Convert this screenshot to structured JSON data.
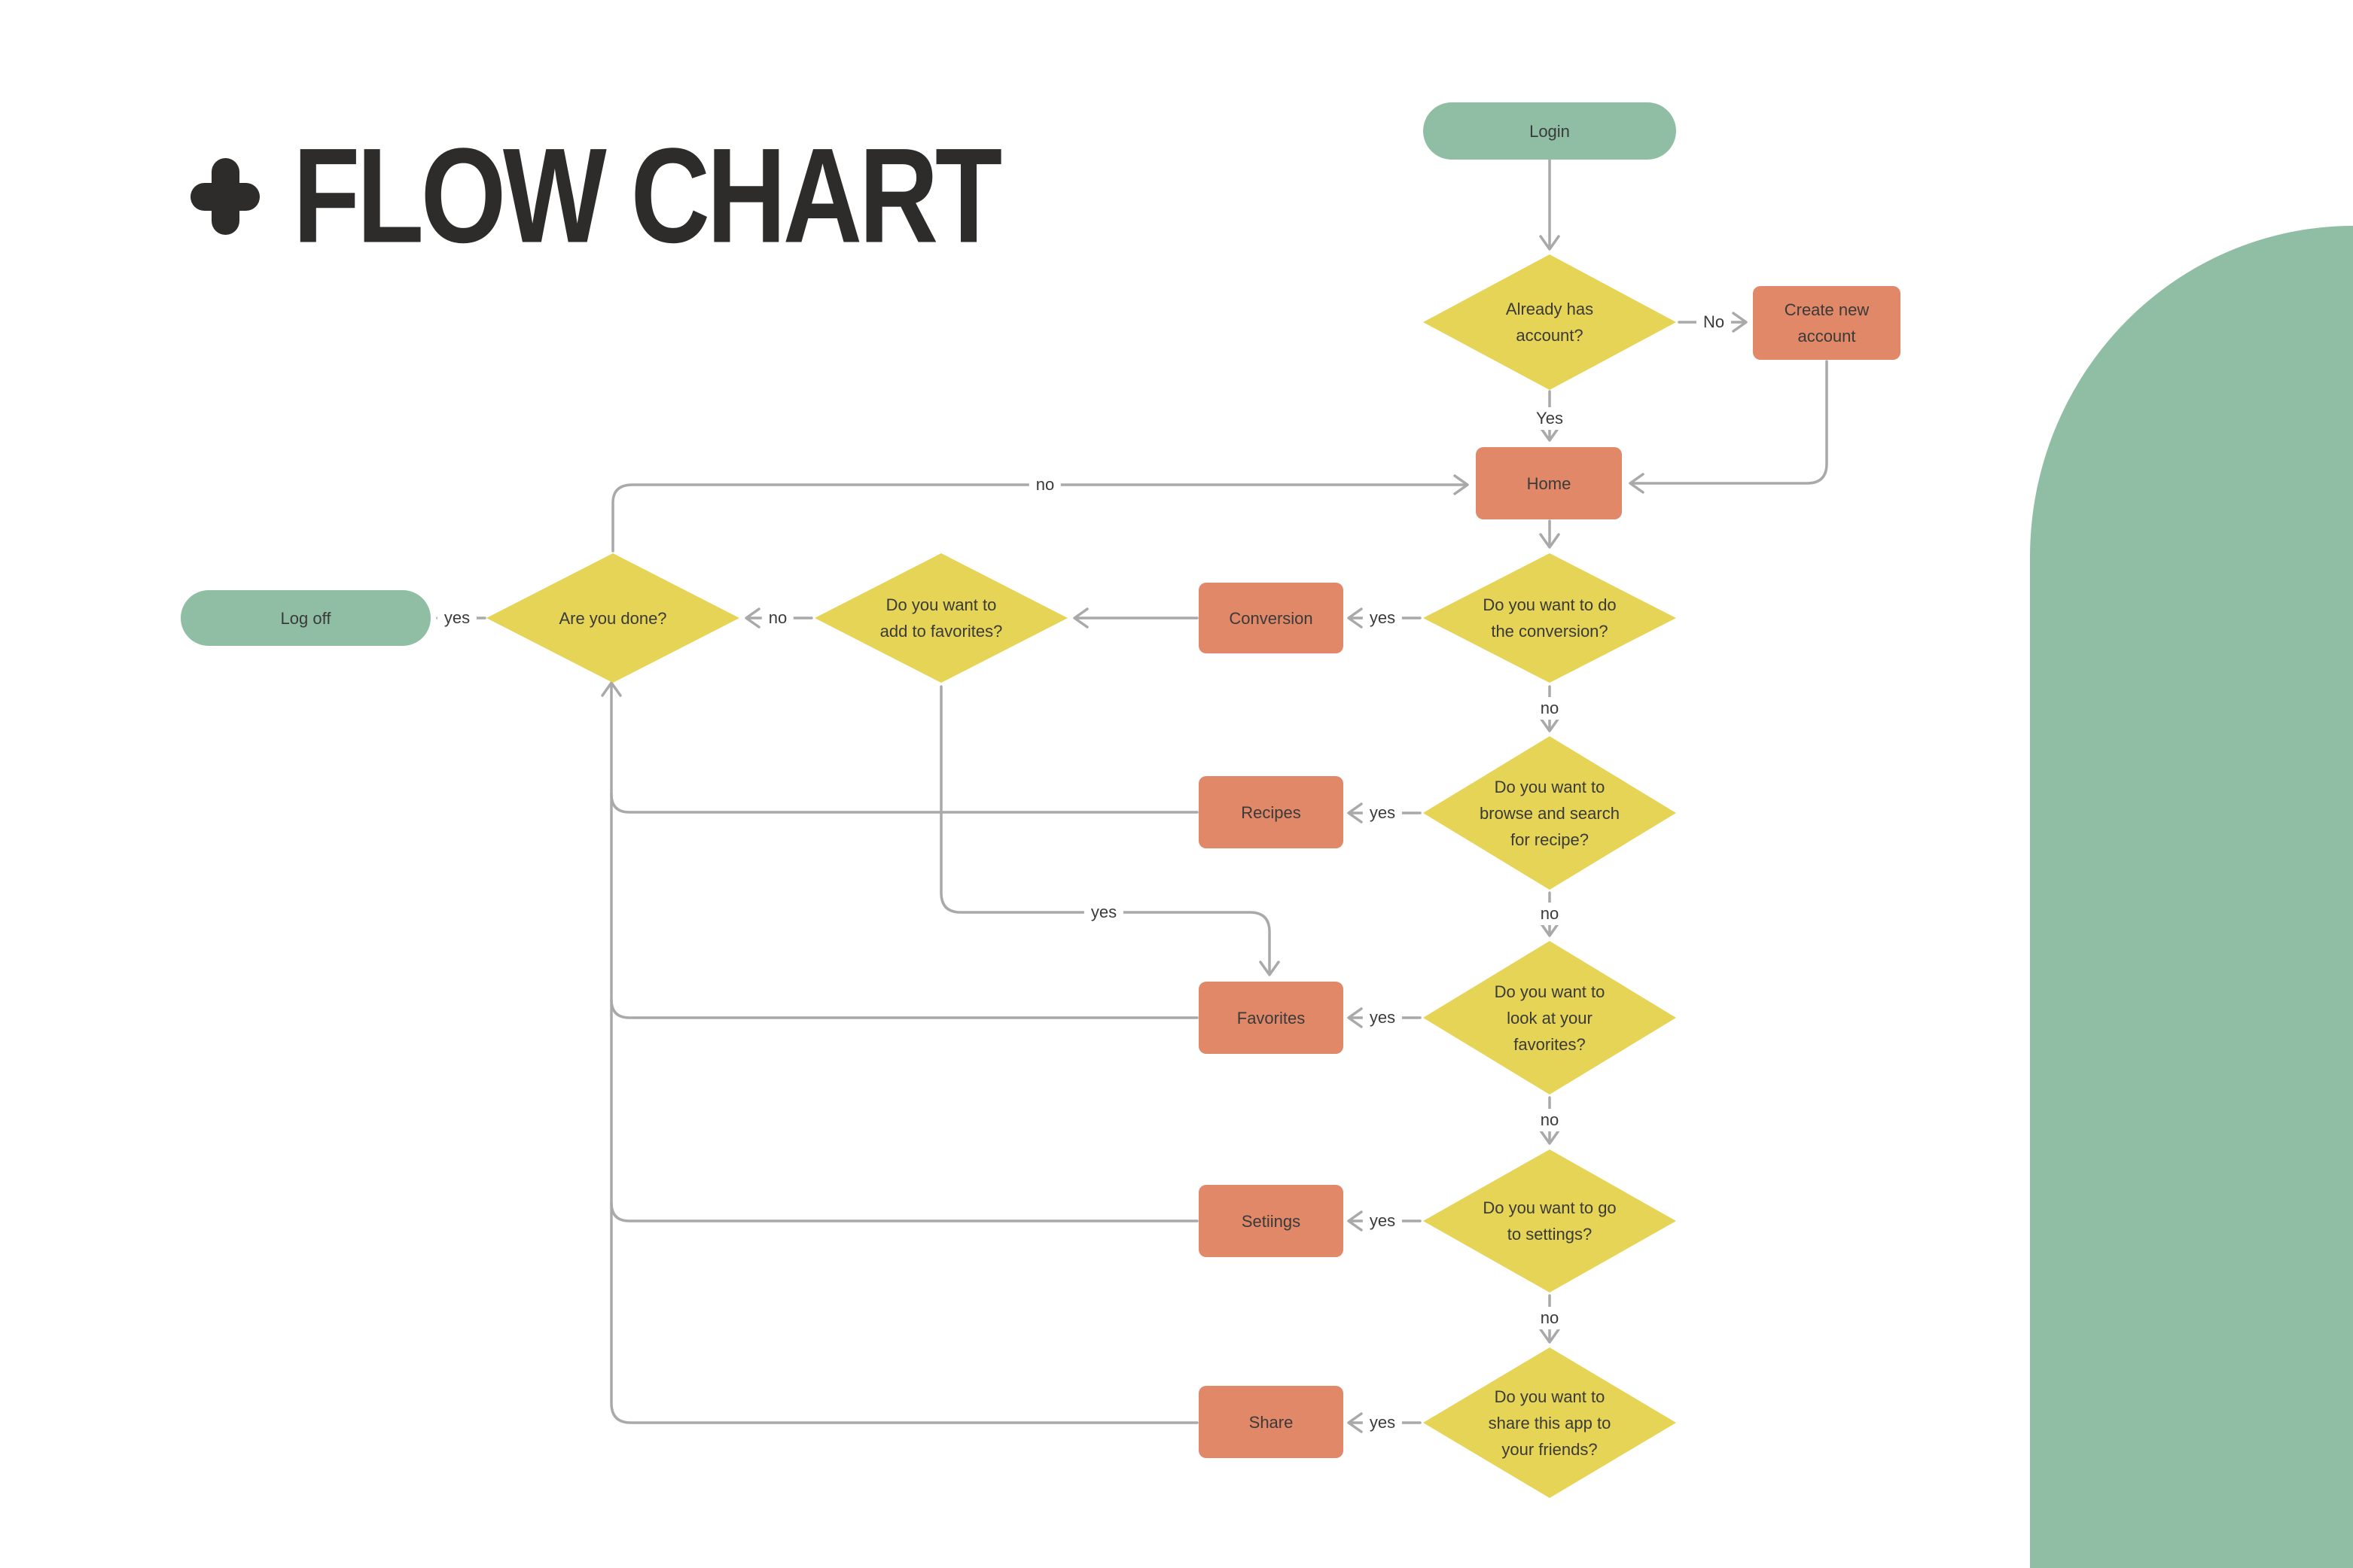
{
  "title": {
    "plus_icon": "+",
    "text": "FLOW CHART"
  },
  "colors": {
    "background": "#FFFFFF",
    "title": "#2D2C2B",
    "decision_yellow": "#E5D455",
    "process_orange": "#E08868",
    "terminator_green": "#8FBEA5",
    "corner_shape_green": "#8FBEA5",
    "connector_gray": "#A9A9A9"
  },
  "nodes": {
    "login": {
      "type": "terminator",
      "lines": [
        "Login"
      ]
    },
    "already_has_account": {
      "type": "decision",
      "lines": [
        "Already has",
        "account?"
      ]
    },
    "create_new_account": {
      "type": "process",
      "lines": [
        "Create new",
        "account"
      ]
    },
    "home": {
      "type": "process",
      "lines": [
        "Home"
      ]
    },
    "do_conversion": {
      "type": "decision",
      "lines": [
        "Do you want to do",
        "the conversion?"
      ]
    },
    "conversion": {
      "type": "process",
      "lines": [
        "Conversion"
      ]
    },
    "add_to_favorites": {
      "type": "decision",
      "lines": [
        "Do you want to",
        "add to favorites?"
      ]
    },
    "are_you_done": {
      "type": "decision",
      "lines": [
        "Are you done?"
      ]
    },
    "log_off": {
      "type": "terminator",
      "lines": [
        "Log off"
      ]
    },
    "browse_recipes": {
      "type": "decision",
      "lines": [
        "Do you want to",
        "browse and search",
        "for recipe?"
      ]
    },
    "recipes": {
      "type": "process",
      "lines": [
        "Recipes"
      ]
    },
    "look_favorites": {
      "type": "decision",
      "lines": [
        "Do you want to",
        "look at your",
        "favorites?"
      ]
    },
    "favorites": {
      "type": "process",
      "lines": [
        "Favorites"
      ]
    },
    "go_to_settings": {
      "type": "decision",
      "lines": [
        "Do you want to go",
        "to settings?"
      ]
    },
    "settings": {
      "type": "process",
      "lines": [
        "Setiings"
      ]
    },
    "share_app": {
      "type": "decision",
      "lines": [
        "Do you want to",
        "share this app to",
        "your friends?"
      ]
    },
    "share": {
      "type": "process",
      "lines": [
        "Share"
      ]
    }
  },
  "edge_labels": {
    "already_no": "No",
    "already_yes": "Yes",
    "done_no_to_home": "no",
    "conversion_yes": "yes",
    "add_fav_no": "no",
    "done_yes": "yes",
    "conversion_no": "no",
    "browse_yes": "yes",
    "browse_no": "no",
    "add_fav_yes": "yes",
    "look_yes": "yes",
    "look_no": "no",
    "settings_yes": "yes",
    "settings_no": "no",
    "share_yes": "yes"
  }
}
